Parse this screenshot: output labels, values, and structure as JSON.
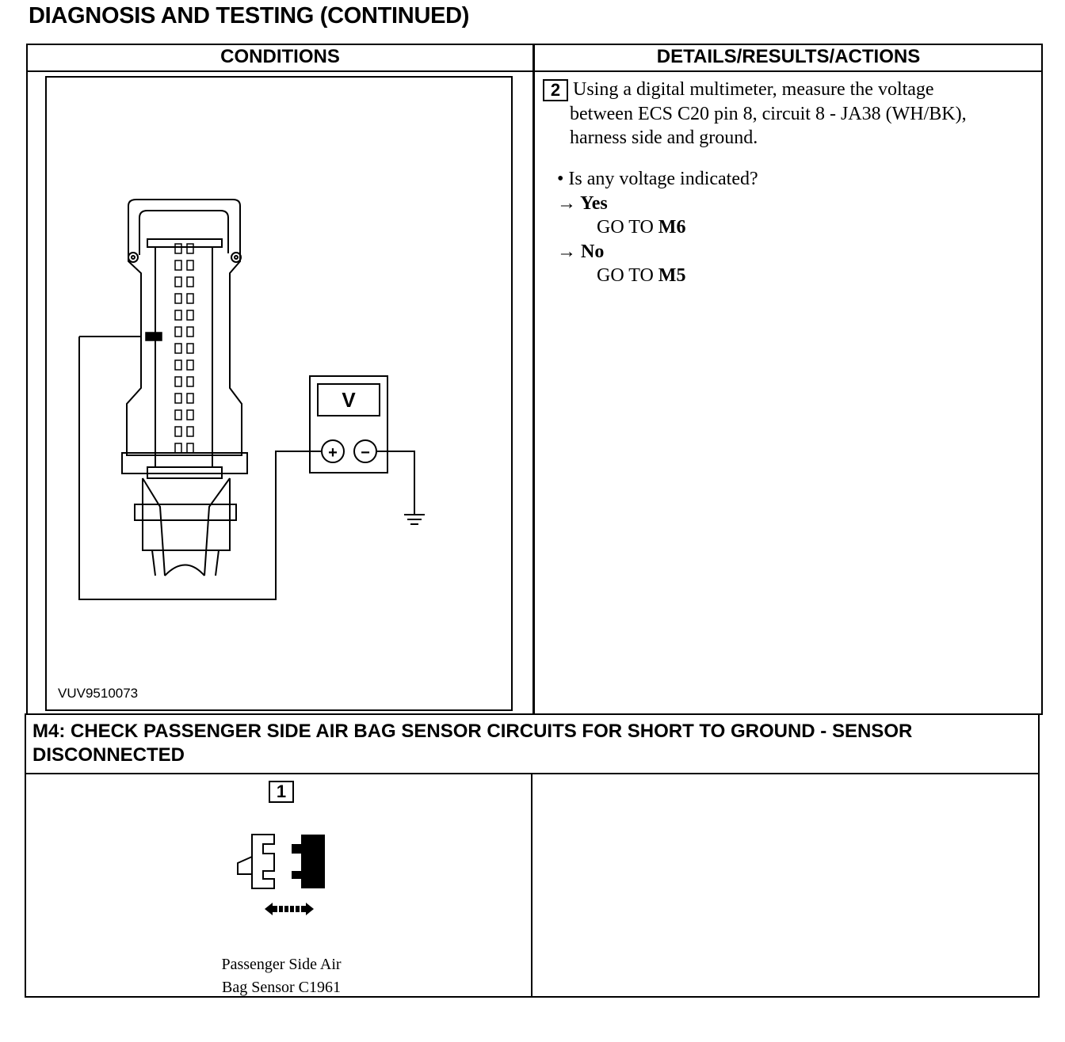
{
  "page": {
    "title": "DIAGNOSIS AND TESTING (CONTINUED)"
  },
  "table": {
    "col_conditions": "CONDITIONS",
    "col_details": "DETAILS/RESULTS/ACTIONS"
  },
  "step_m3_2": {
    "number": "2",
    "instruction_lines": [
      "Using a digital multimeter, measure the voltage",
      "between ECS C20 pin 8, circuit 8 - JA38 (WH/BK),",
      "harness side and ground."
    ],
    "question": "• Is any voltage indicated?",
    "yes_label": "→ Yes",
    "yes_goto_prefix": "GO TO ",
    "yes_goto_target": "M6",
    "no_label": "→ No",
    "no_goto_prefix": "GO TO ",
    "no_goto_target": "M5"
  },
  "figure1": {
    "code": "VUV9510073",
    "meter_label": "V",
    "plus": "+",
    "minus": "−"
  },
  "section_m4": {
    "title_line1": "M4: CHECK PASSENGER SIDE AIR BAG SENSOR CIRCUITS FOR SHORT TO GROUND - SENSOR",
    "title_line2": "DISCONNECTED"
  },
  "step_m4_1": {
    "number": "1",
    "caption_line1": "Passenger Side Air",
    "caption_line2": "Bag Sensor C1961"
  }
}
